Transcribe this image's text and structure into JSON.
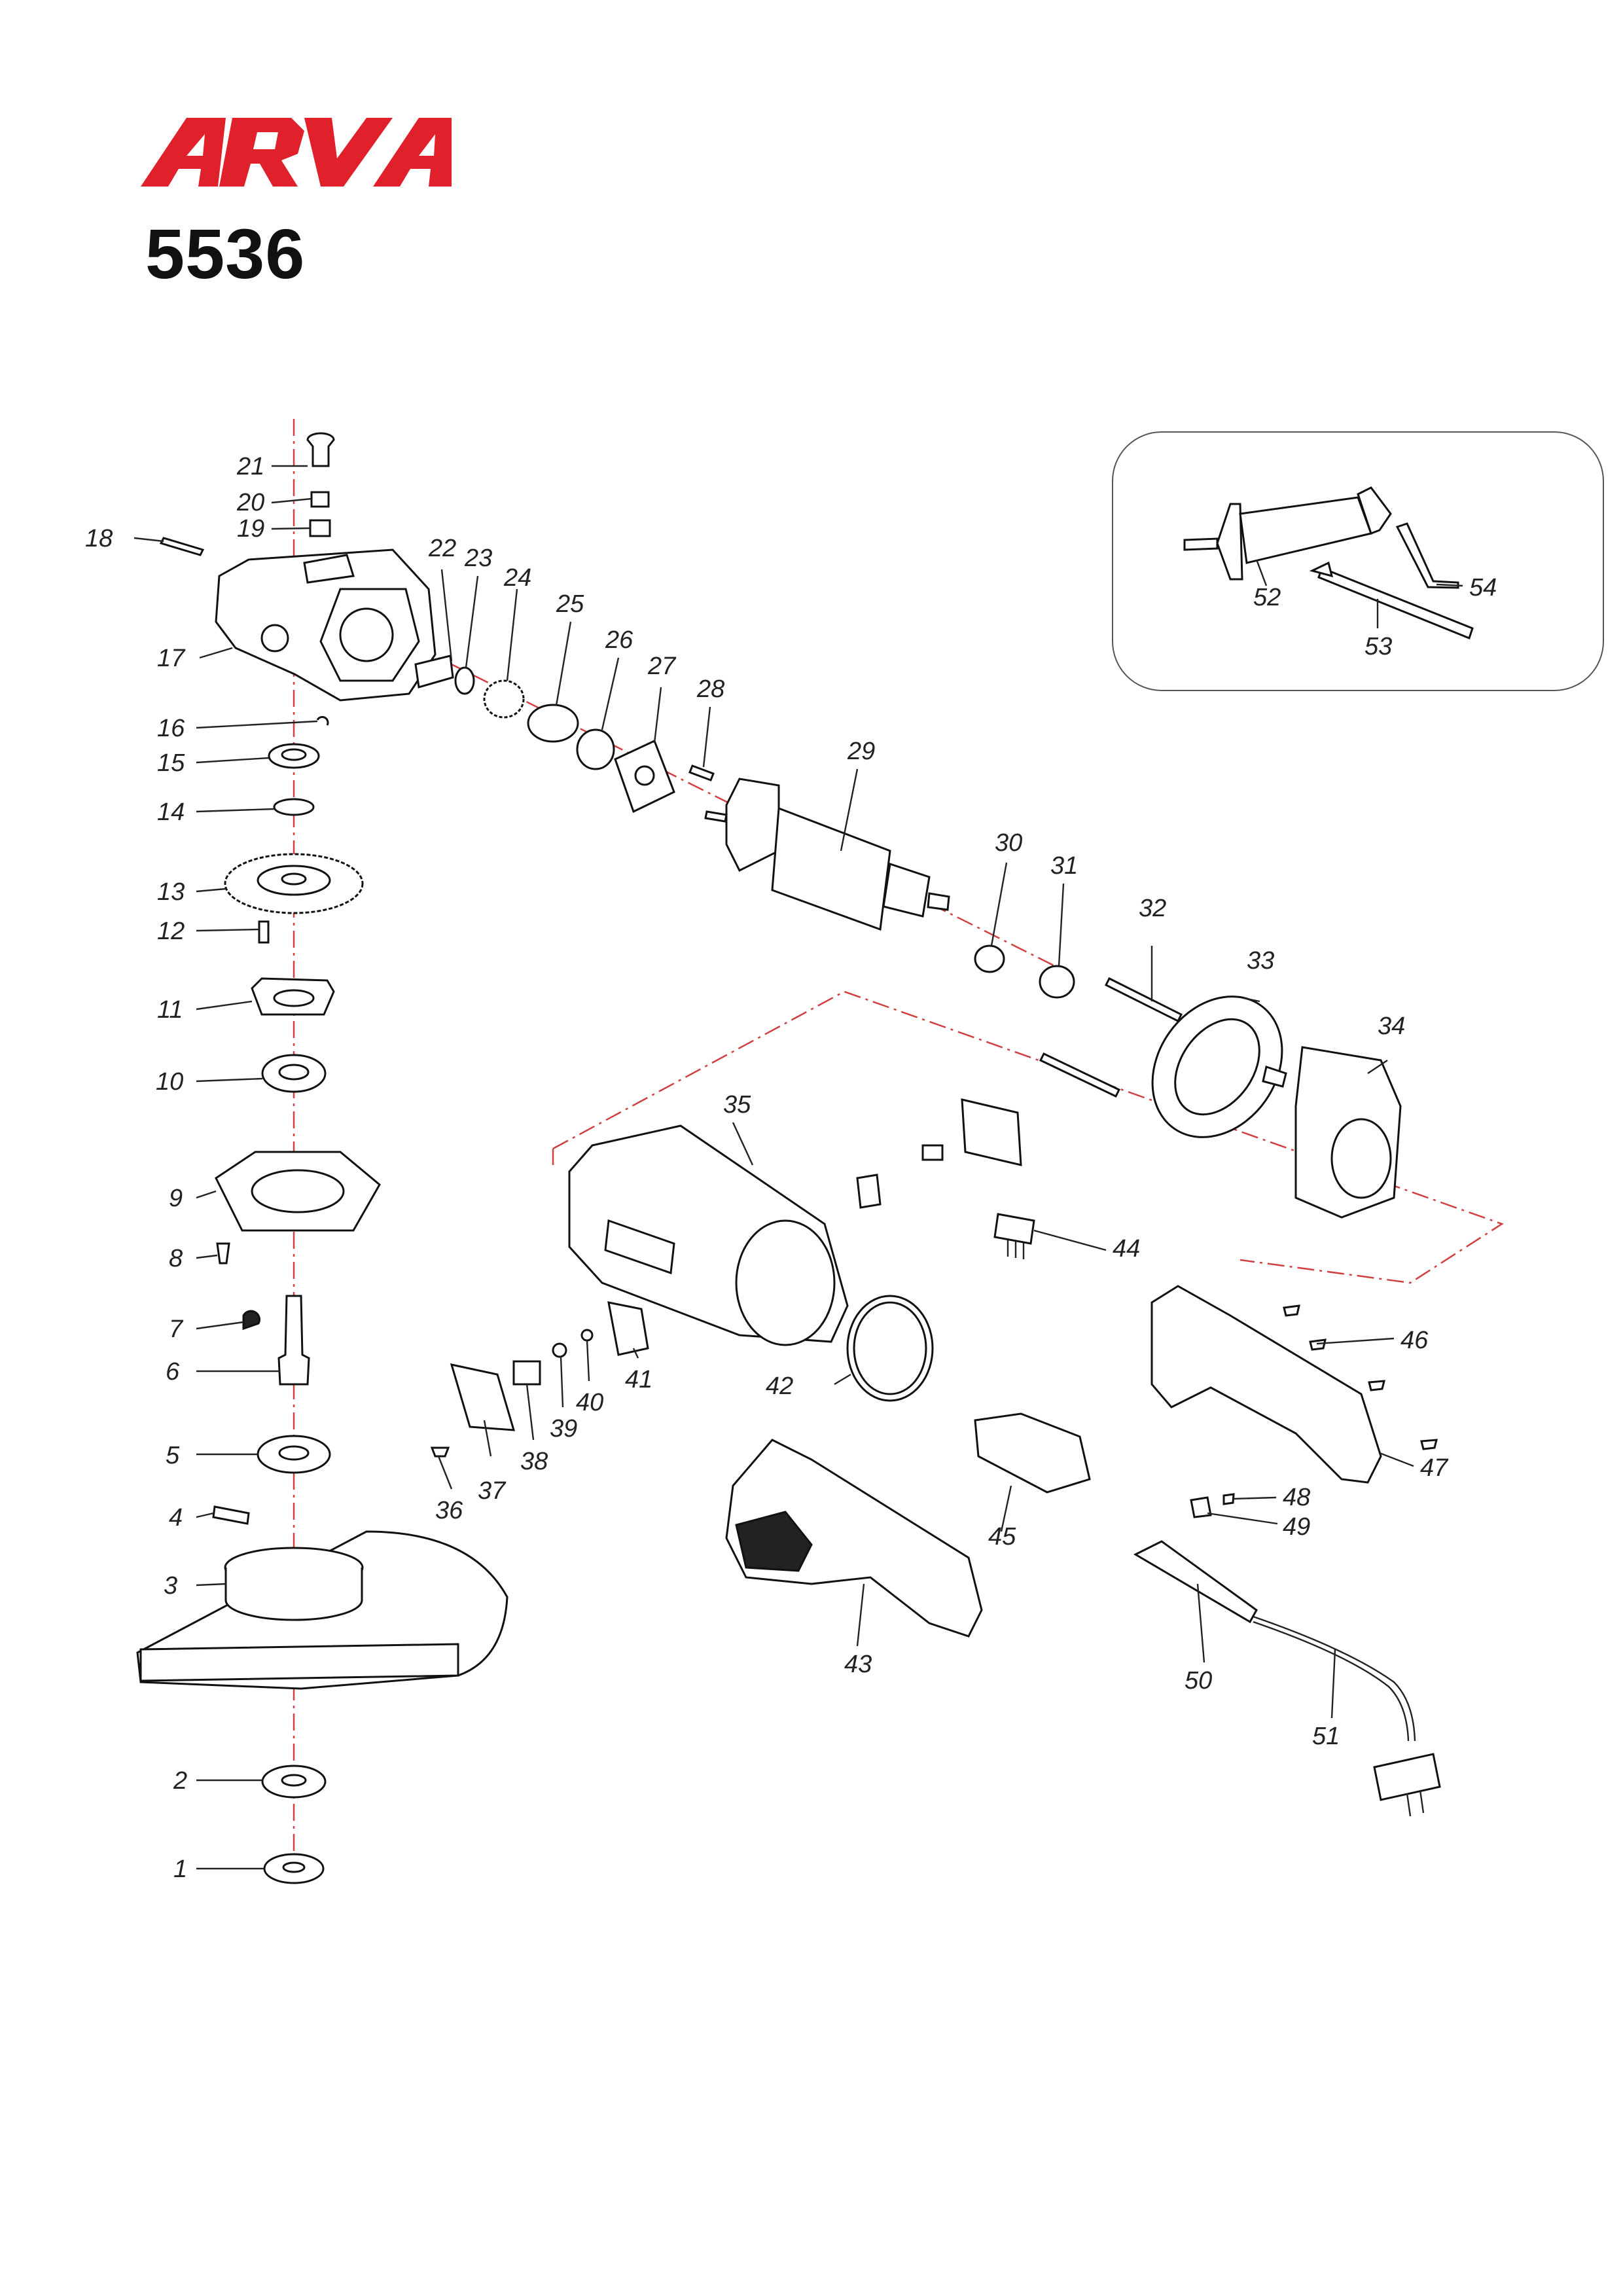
{
  "brand": {
    "name": "ARVA",
    "color": "#e0212b"
  },
  "model": "5536",
  "parts": [
    {
      "id": "1",
      "label": "1"
    },
    {
      "id": "2",
      "label": "2"
    },
    {
      "id": "3",
      "label": "3"
    },
    {
      "id": "4",
      "label": "4"
    },
    {
      "id": "5",
      "label": "5"
    },
    {
      "id": "6",
      "label": "6"
    },
    {
      "id": "7",
      "label": "7"
    },
    {
      "id": "8",
      "label": "8"
    },
    {
      "id": "9",
      "label": "9"
    },
    {
      "id": "10",
      "label": "10"
    },
    {
      "id": "11",
      "label": "11"
    },
    {
      "id": "12",
      "label": "12"
    },
    {
      "id": "13",
      "label": "13"
    },
    {
      "id": "14",
      "label": "14"
    },
    {
      "id": "15",
      "label": "15"
    },
    {
      "id": "16",
      "label": "16"
    },
    {
      "id": "17",
      "label": "17"
    },
    {
      "id": "18",
      "label": "18"
    },
    {
      "id": "19",
      "label": "19"
    },
    {
      "id": "20",
      "label": "20"
    },
    {
      "id": "21",
      "label": "21"
    },
    {
      "id": "22",
      "label": "22"
    },
    {
      "id": "23",
      "label": "23"
    },
    {
      "id": "24",
      "label": "24"
    },
    {
      "id": "25",
      "label": "25"
    },
    {
      "id": "26",
      "label": "26"
    },
    {
      "id": "27",
      "label": "27"
    },
    {
      "id": "28",
      "label": "28"
    },
    {
      "id": "29",
      "label": "29"
    },
    {
      "id": "30",
      "label": "30"
    },
    {
      "id": "31",
      "label": "31"
    },
    {
      "id": "32",
      "label": "32"
    },
    {
      "id": "33",
      "label": "33"
    },
    {
      "id": "34",
      "label": "34"
    },
    {
      "id": "35",
      "label": "35"
    },
    {
      "id": "36",
      "label": "36"
    },
    {
      "id": "37",
      "label": "37"
    },
    {
      "id": "38",
      "label": "38"
    },
    {
      "id": "39",
      "label": "39"
    },
    {
      "id": "40",
      "label": "40"
    },
    {
      "id": "41",
      "label": "41"
    },
    {
      "id": "42",
      "label": "42"
    },
    {
      "id": "43",
      "label": "43"
    },
    {
      "id": "44",
      "label": "44"
    },
    {
      "id": "45",
      "label": "45"
    },
    {
      "id": "46",
      "label": "46"
    },
    {
      "id": "47",
      "label": "47"
    },
    {
      "id": "48",
      "label": "48"
    },
    {
      "id": "49",
      "label": "49"
    },
    {
      "id": "50",
      "label": "50"
    },
    {
      "id": "51",
      "label": "51"
    },
    {
      "id": "52",
      "label": "52"
    },
    {
      "id": "53",
      "label": "53"
    },
    {
      "id": "54",
      "label": "54"
    }
  ],
  "colors": {
    "axis": "#d04040",
    "ink": "#222222"
  }
}
